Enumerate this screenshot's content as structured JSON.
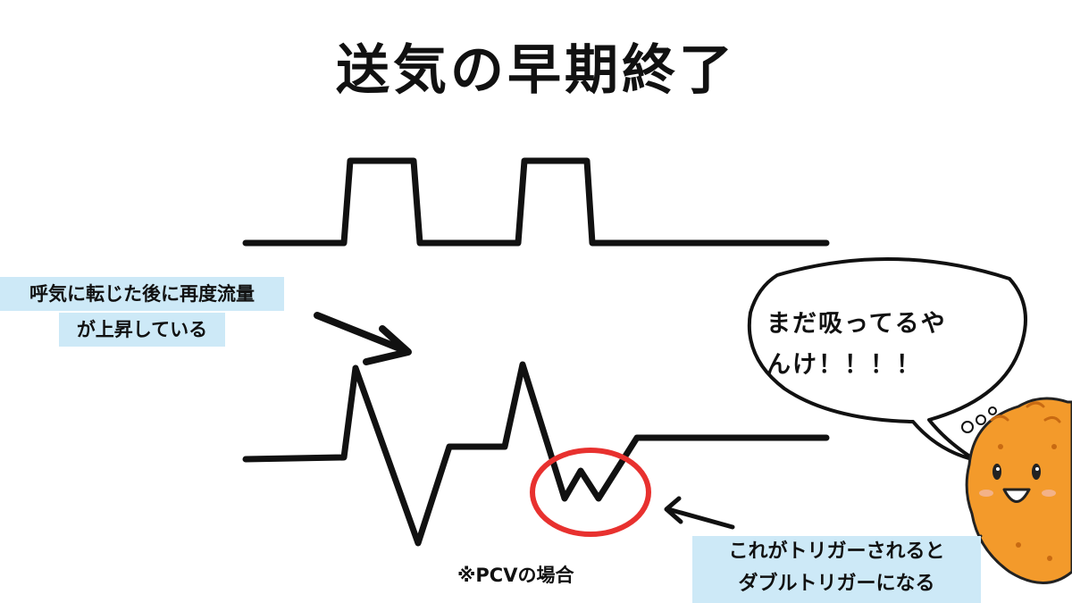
{
  "title": "送気の早期終了",
  "callout_left": {
    "line1": "呼気に転じた後に再度流量",
    "line2": "が上昇している"
  },
  "callout_right": {
    "line1": "これがトリガーされると",
    "line2": "ダブルトリガーになる"
  },
  "note": "※PCVの場合",
  "speech": {
    "line1": "まだ吸ってるや",
    "line2": "んけ！！！！"
  },
  "colors": {
    "waveform": "#111111",
    "highlight_circle": "#e8312f",
    "callout_background": "#cde9f7",
    "mascot_body": "#f39a2b",
    "mascot_outline": "#222222"
  },
  "icons": [
    "arrow-icon",
    "mascot-icon"
  ]
}
